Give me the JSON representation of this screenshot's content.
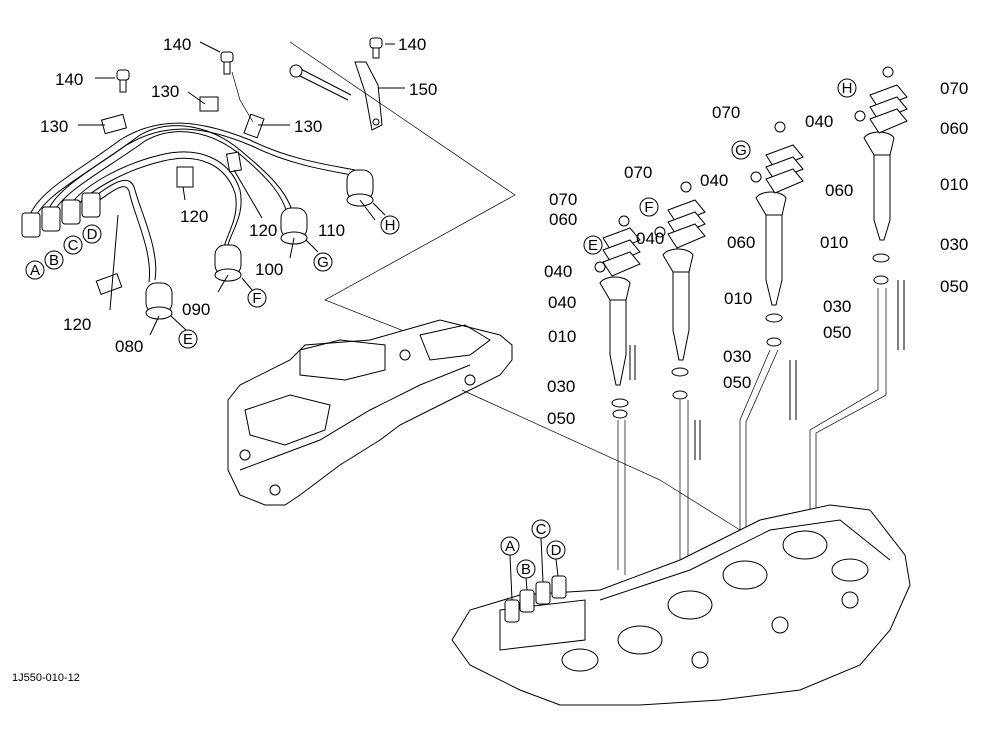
{
  "figure_code": "1J550-010-12",
  "part_labels": {
    "p140a": "140",
    "p140b": "140",
    "p140c": "140",
    "p130a": "130",
    "p130b": "130",
    "p130c": "130",
    "p150": "150",
    "p120a": "120",
    "p120b": "120",
    "p120c": "120",
    "p110": "110",
    "p100": "100",
    "p090": "090",
    "p080": "080",
    "p070a": "070",
    "p070b": "070",
    "p070c": "070",
    "p070d": "070",
    "p060a": "060",
    "p060b": "060",
    "p060c": "060",
    "p060d": "060",
    "p040a": "040",
    "p040b": "040",
    "p040c": "040",
    "p040d": "040",
    "p040e": "040",
    "p010a": "010",
    "p010b": "010",
    "p010c": "010",
    "p010d": "010",
    "p030a": "030",
    "p030b": "030",
    "p030c": "030",
    "p030d": "030",
    "p050a": "050",
    "p050b": "050",
    "p050c": "050",
    "p050d": "050"
  },
  "connection_letters": {
    "a1": "A",
    "b1": "B",
    "c1": "C",
    "d1": "D",
    "e1": "E",
    "f1": "F",
    "g1": "G",
    "h1": "H",
    "e2": "E",
    "f2": "F",
    "g2": "G",
    "h2": "H",
    "a2": "A",
    "b2": "B",
    "c2": "C",
    "d2": "D"
  }
}
